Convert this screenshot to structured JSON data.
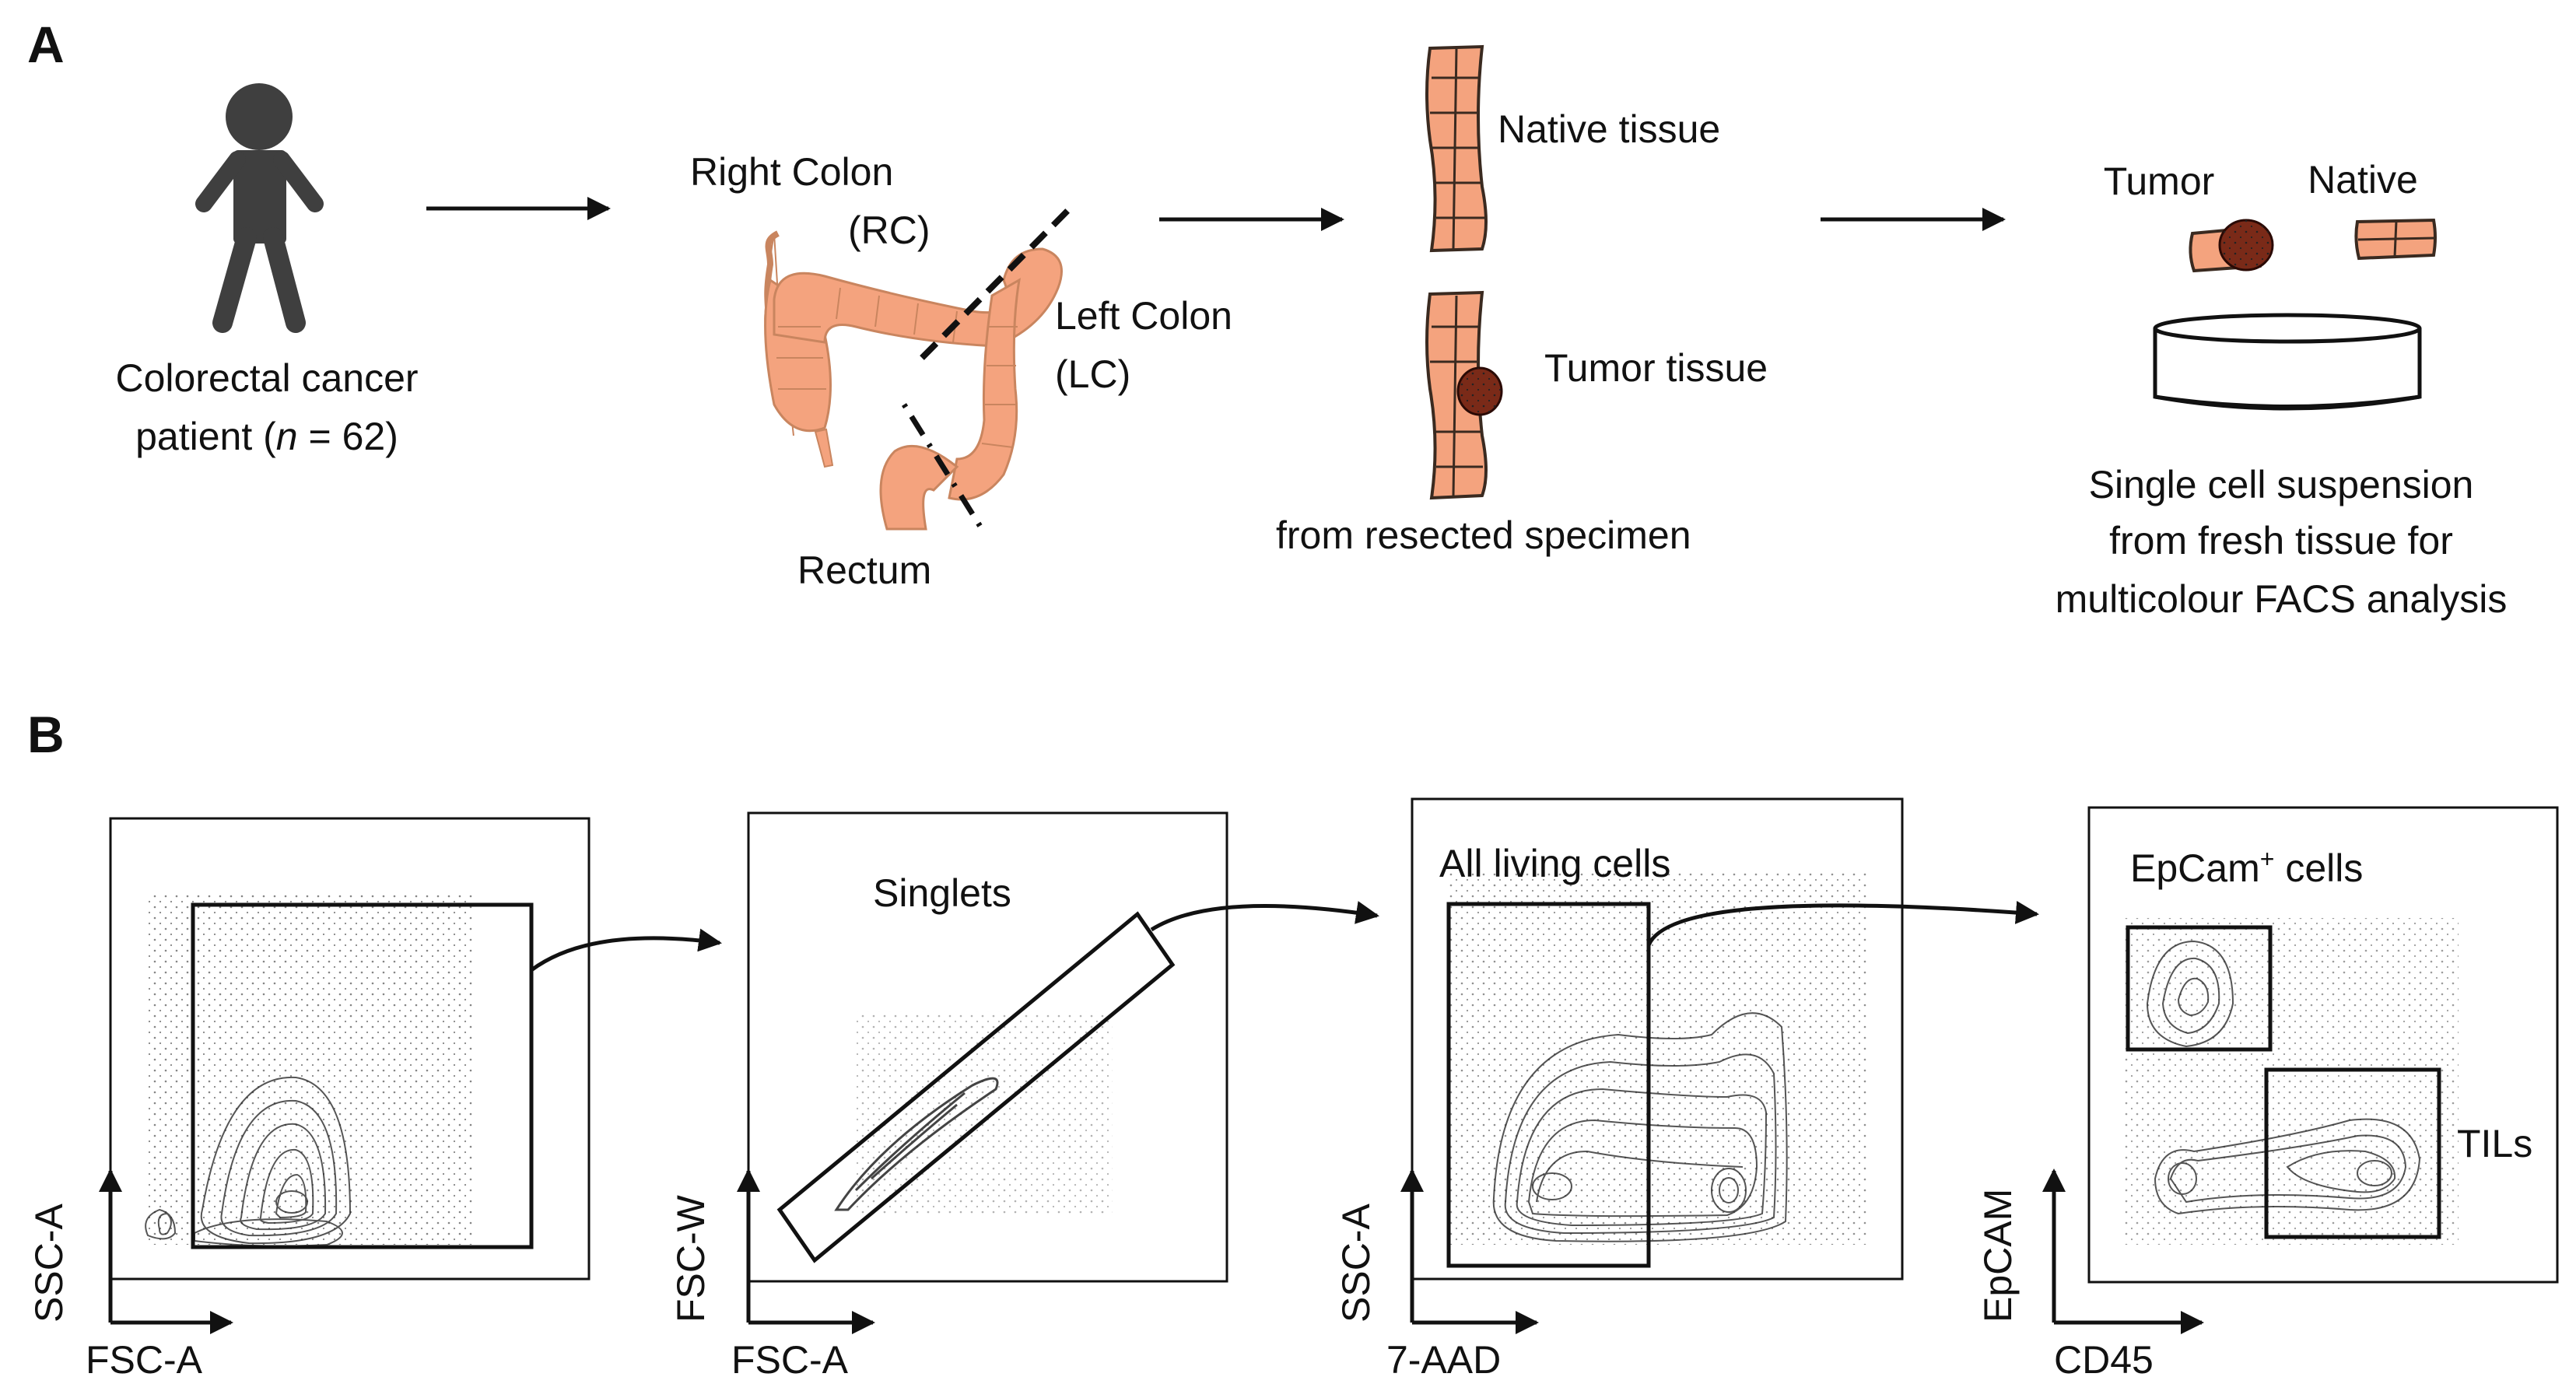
{
  "panel_a": {
    "letter": "A",
    "patient": {
      "line1": "Colorectal cancer",
      "line2_pre": "patient (",
      "line2_n": "n",
      "line2_post": " = 62)"
    },
    "colon": {
      "right_colon": "Right Colon",
      "right_colon_abbr": "(RC)",
      "left_colon": "Left Colon",
      "left_colon_abbr": "(LC)",
      "rectum": "Rectum"
    },
    "tissue": {
      "native": "Native tissue",
      "tumor": "Tumor tissue",
      "source": "from resected specimen"
    },
    "processing": {
      "tumor_label": "Tumor",
      "native_label": "Native",
      "line1": "Single cell suspension",
      "line2": "from fresh tissue for",
      "line3": "multicolour FACS analysis"
    },
    "colors": {
      "tissue_fill": "#F4A37E",
      "tissue_stroke": "#3a2a20",
      "tumor_fill": "#7a2a18",
      "person": "#3f3f3f"
    }
  },
  "panel_b": {
    "letter": "B",
    "plots": [
      {
        "xlabel": "FSC-A",
        "ylabel": "SSC-A",
        "gate_label": ""
      },
      {
        "xlabel": "FSC-A",
        "ylabel": "FSC-W",
        "gate_label": "Singlets"
      },
      {
        "xlabel": "7-AAD",
        "ylabel": "SSC-A",
        "gate_label": "All living cells"
      },
      {
        "xlabel": "CD45",
        "ylabel": "EpCAM",
        "gate_label": "EpCam",
        "gate_label_sup": "+",
        "gate_label_tail": " cells",
        "gate2_label": "TILs"
      }
    ]
  }
}
